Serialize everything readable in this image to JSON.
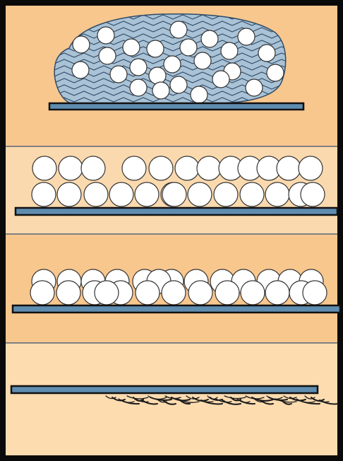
{
  "colors": {
    "frame": "#0a0a0a",
    "panel_warm": "#f8c78e",
    "panel_light": "#fbd9ae",
    "panel_sand": "#fddcb0",
    "divider": "#a8a8a8",
    "plate_fill": "#5f8db0",
    "plate_edge": "#111111",
    "particle_fill": "#ffffff",
    "particle_edge": "#333333",
    "matrix_fill": "#a9c2d6",
    "matrix_line": "#2f4a66",
    "residue": "#1a1a1a"
  },
  "panels": [
    {
      "id": "panel-1",
      "stage": "particles-in-matrix",
      "particle_count": 25
    },
    {
      "id": "panel-2",
      "stage": "particle-bilayer",
      "particle_count": 25
    },
    {
      "id": "panel-3",
      "stage": "compacted-particle-layer",
      "particle_count": 26
    },
    {
      "id": "panel-4",
      "stage": "bare-plate-with-residue",
      "particle_count": 0
    }
  ]
}
